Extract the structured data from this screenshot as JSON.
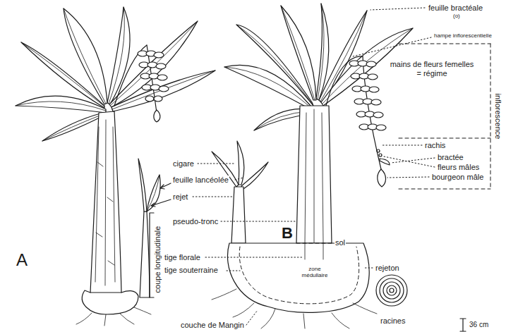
{
  "diagram": {
    "labels": [
      "feuille bractéale",
      "(o)",
      "hampe inflorescentielle",
      "mains de fleurs femelles = régime",
      "inflorescence",
      "cigare",
      "feuille lancéolée",
      "rachis",
      "bractée",
      "fleurs mâles",
      "bourgeon mâle",
      "rejet",
      "pseudo-tronc",
      "B",
      "sol",
      "A",
      "tige florale",
      "tige souterraine",
      "coupe longitudinale",
      "zone médullaire",
      "rejeton",
      "36 cm",
      "couche de Mangin",
      "racines"
    ]
  }
}
